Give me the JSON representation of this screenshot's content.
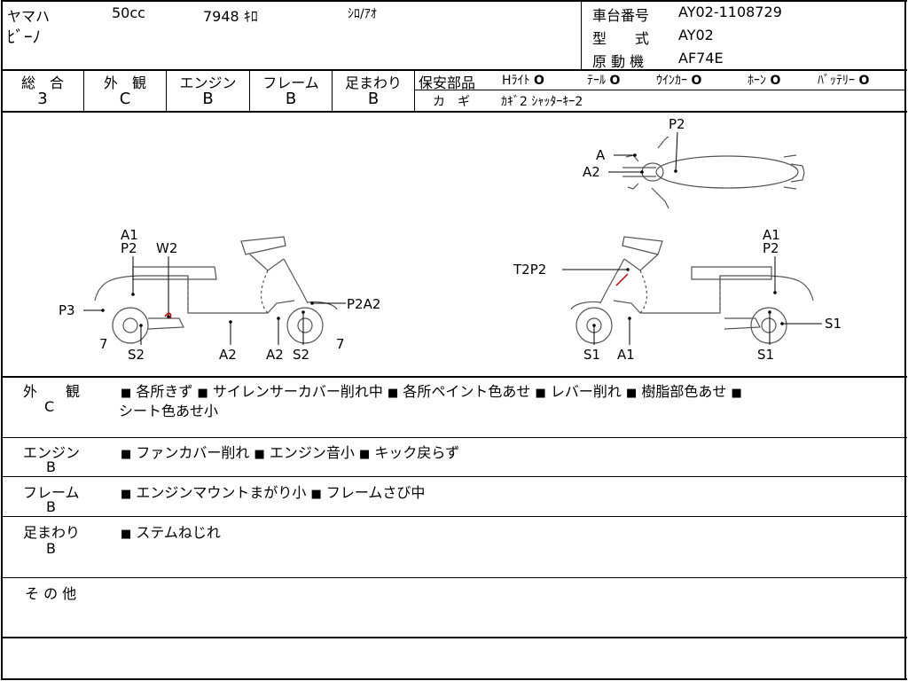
{
  "header": {
    "maker": "ヤマハ",
    "cc": "50cc",
    "mileage": "7948 ｷﾛ",
    "color": "ｼﾛ/ｱｵ",
    "model_name": "ﾋﾞｰﾉ",
    "frame_no_label": "車台番号",
    "frame_no": "AY02-1108729",
    "type_label": "型　　式",
    "type": "AY02",
    "engine_label": "原 動 機",
    "engine": "AF74E"
  },
  "grades": {
    "overall_label": "総　合",
    "overall": "3",
    "exterior_label": "外　観",
    "exterior": "C",
    "engine_label": "エンジン",
    "engine": "B",
    "frame_label": "フレーム",
    "frame": "B",
    "suspension_label": "足まわり",
    "suspension": "B"
  },
  "safety": {
    "label": "保安部品",
    "items": [
      {
        "name": "Hﾗｲﾄ",
        "mark": "O"
      },
      {
        "name": "ﾃｰﾙ",
        "mark": "O"
      },
      {
        "name": "ｳｲﾝｶｰ",
        "mark": "O"
      },
      {
        "name": "ﾎｰﾝ",
        "mark": "O"
      },
      {
        "name": "ﾊﾞｯﾃﾘｰ",
        "mark": "O"
      }
    ],
    "key_label": "カ　ギ",
    "key_value": "ｶｷﾞ2 ｼｬｯﾀｰｷｰ2"
  },
  "diagram_marks": {
    "top_A": "A",
    "top_A2": "A2",
    "top_P2": "P2",
    "left_A1": "A1",
    "left_P2": "P2",
    "left_W2": "W2",
    "left_P3": "P3",
    "left_7a": "7",
    "left_S2a": "S2",
    "left_A2a": "A2",
    "left_A2b": "A2",
    "left_S2b": "S2",
    "left_7b": "7",
    "left_P2A2": "P2A2",
    "right_T2P2": "T2P2",
    "right_A1top": "A1",
    "right_P2": "P2",
    "right_S1a": "S1",
    "right_S1b": "S1",
    "right_A1": "A1",
    "right_S1c": "S1"
  },
  "notes": {
    "exterior_label": "外　　観",
    "exterior_grade": "C",
    "exterior_items": [
      "各所きず",
      "サイレンサーカバー削れ中",
      "各所ペイント色あせ",
      "レバー削れ",
      "樹脂部色あせ"
    ],
    "exterior_line2": "シート色あせ小",
    "engine_label": "エンジン",
    "engine_grade": "B",
    "engine_items": [
      "ファンカバー削れ",
      "エンジン音小",
      "キック戻らず"
    ],
    "frame_label": "フレーム",
    "frame_grade": "B",
    "frame_items": [
      "エンジンマウントまがり小",
      "フレームさび中"
    ],
    "suspension_label": "足まわり",
    "suspension_grade": "B",
    "suspension_items": [
      "ステムねじれ"
    ],
    "other_label": "そ の 他"
  }
}
